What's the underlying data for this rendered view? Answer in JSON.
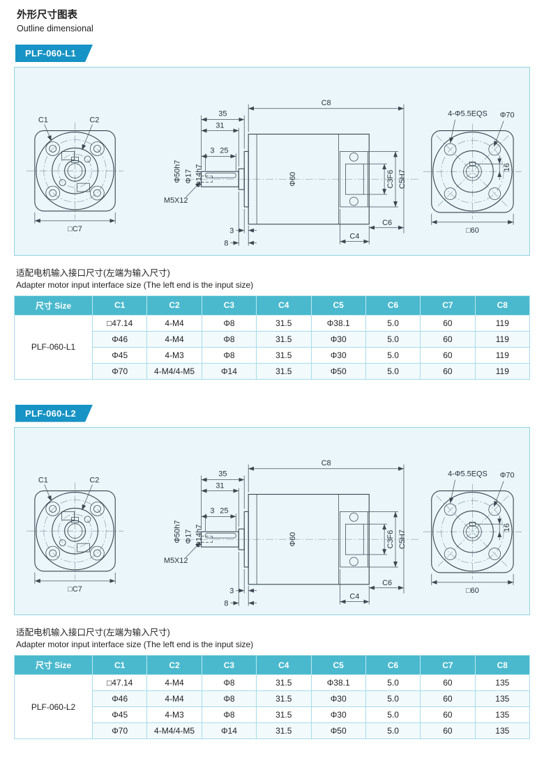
{
  "page": {
    "title_zh": "外形尺寸图表",
    "title_en": "Outline dimensional"
  },
  "note": {
    "zh": "适配电机输入接口尺寸(左端为输入尺寸)",
    "en": "Adapter motor input interface size (The left end is the input size)"
  },
  "drawing": {
    "c1": "C1",
    "c2": "C2",
    "c7": "□C7",
    "c8": "C8",
    "d35": "35",
    "d31": "31",
    "d3_top": "3",
    "d25": "25",
    "phi50h7": "Φ50h7",
    "phi17": "Φ17",
    "phi14h7": "Φ14h7",
    "m5x12": "M5X12",
    "phi60": "Φ60",
    "c3f6": "C3F6",
    "c5h7": "C5H7",
    "d3_bottom": "3",
    "d8": "8",
    "c4": "C4",
    "c6": "C6",
    "eqs": "4-Φ5.5EQS",
    "phi70": "Φ70",
    "d16": "16",
    "sq60": "□60"
  },
  "table_headers": [
    "尺寸 Size",
    "C1",
    "C2",
    "C3",
    "C4",
    "C5",
    "C6",
    "C7",
    "C8"
  ],
  "sections": [
    {
      "badge": "PLF-060-L1",
      "row_label": "PLF-060-L1",
      "rows": [
        [
          "□47.14",
          "4-M4",
          "Φ8",
          "31.5",
          "Φ38.1",
          "5.0",
          "60",
          "119"
        ],
        [
          "Φ46",
          "4-M4",
          "Φ8",
          "31.5",
          "Φ30",
          "5.0",
          "60",
          "119"
        ],
        [
          "Φ45",
          "4-M3",
          "Φ8",
          "31.5",
          "Φ30",
          "5.0",
          "60",
          "119"
        ],
        [
          "Φ70",
          "4-M4/4-M5",
          "Φ14",
          "31.5",
          "Φ50",
          "5.0",
          "60",
          "119"
        ]
      ]
    },
    {
      "badge": "PLF-060-L2",
      "row_label": "PLF-060-L2",
      "rows": [
        [
          "□47.14",
          "4-M4",
          "Φ8",
          "31.5",
          "Φ38.1",
          "5.0",
          "60",
          "135"
        ],
        [
          "Φ46",
          "4-M4",
          "Φ8",
          "31.5",
          "Φ30",
          "5.0",
          "60",
          "135"
        ],
        [
          "Φ45",
          "4-M3",
          "Φ8",
          "31.5",
          "Φ30",
          "5.0",
          "60",
          "135"
        ],
        [
          "Φ70",
          "4-M4/4-M5",
          "Φ14",
          "31.5",
          "Φ50",
          "5.0",
          "60",
          "135"
        ]
      ]
    }
  ],
  "colors": {
    "badge": "#1793c5",
    "table_header": "#4ab9ce",
    "panel_bg": "#eaf6fa",
    "panel_border": "#8fd3e2"
  }
}
